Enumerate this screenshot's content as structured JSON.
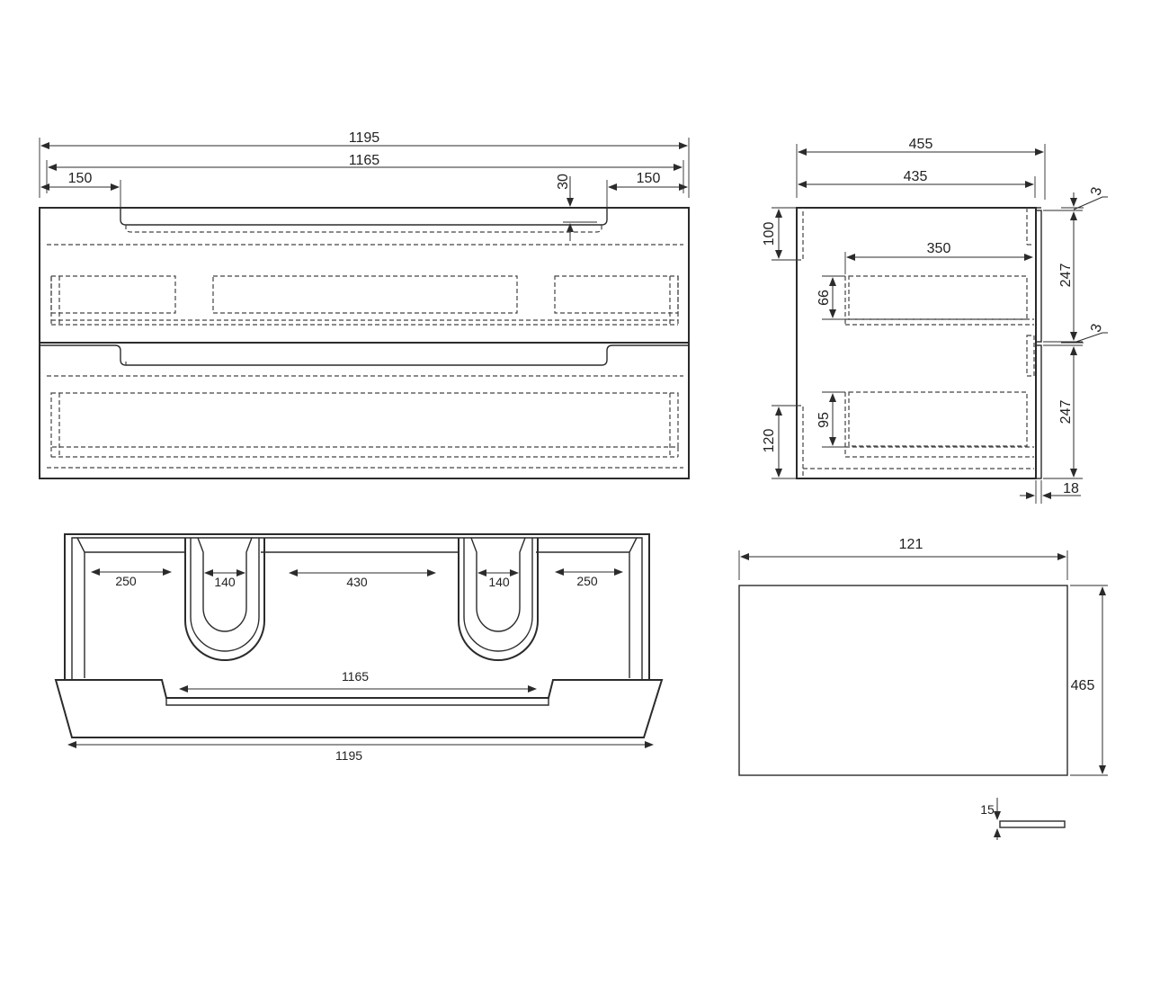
{
  "front_view": {
    "overall_width": "1195",
    "inner_width": "1165",
    "left_handle_offset": "150",
    "right_handle_offset": "150",
    "handle_depth": "30"
  },
  "side_view": {
    "overall_depth": "455",
    "inner_depth": "435",
    "drawer_depth": "350",
    "top_rail_height": "100",
    "bottom_rail_height": "120",
    "upper_drawer_inner_height": "66",
    "lower_drawer_inner_height": "95",
    "upper_front_height": "247",
    "lower_front_height": "247",
    "top_gap": "3",
    "middle_gap": "3",
    "front_thickness": "18"
  },
  "basin_top_view": {
    "left_shelf": "250",
    "left_bowl": "140",
    "center_shelf": "430",
    "right_bowl": "140",
    "right_shelf": "250",
    "inner_length": "1165",
    "overall_length": "1195"
  },
  "glass_top_view": {
    "width": "121",
    "depth": "465",
    "thickness": "15"
  }
}
